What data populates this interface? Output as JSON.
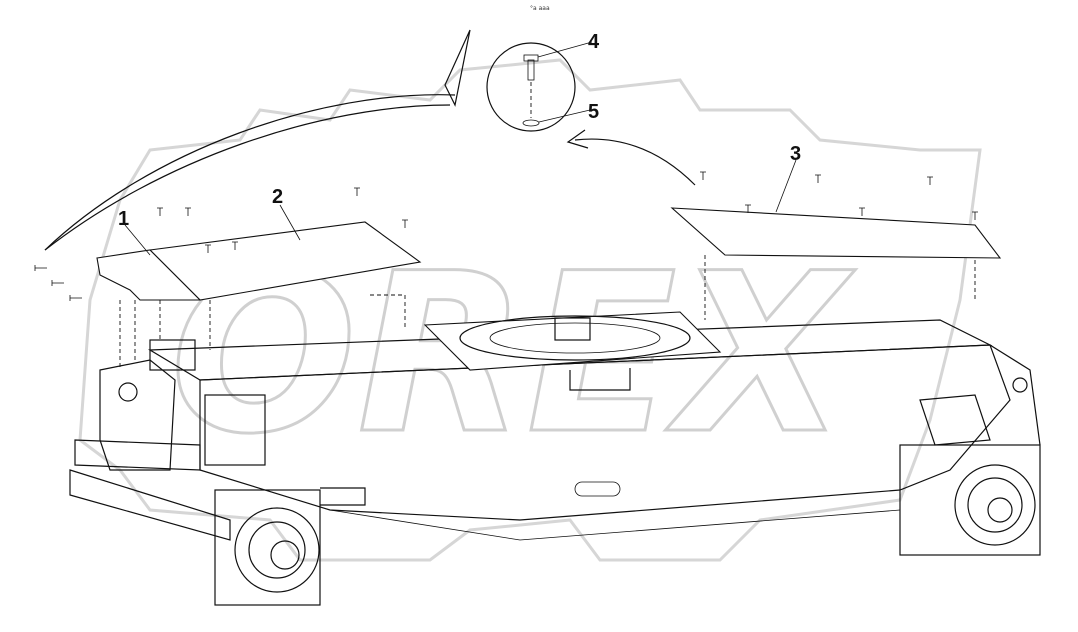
{
  "header_text": "°a aaa",
  "watermark": "OREX",
  "callouts": [
    {
      "id": "1",
      "label": "1"
    },
    {
      "id": "2",
      "label": "2"
    },
    {
      "id": "3",
      "label": "3"
    },
    {
      "id": "4",
      "label": "4"
    },
    {
      "id": "5",
      "label": "5"
    }
  ],
  "colors": {
    "line": "#111111",
    "watermark": "#d0d0d0",
    "background": "#ffffff"
  }
}
